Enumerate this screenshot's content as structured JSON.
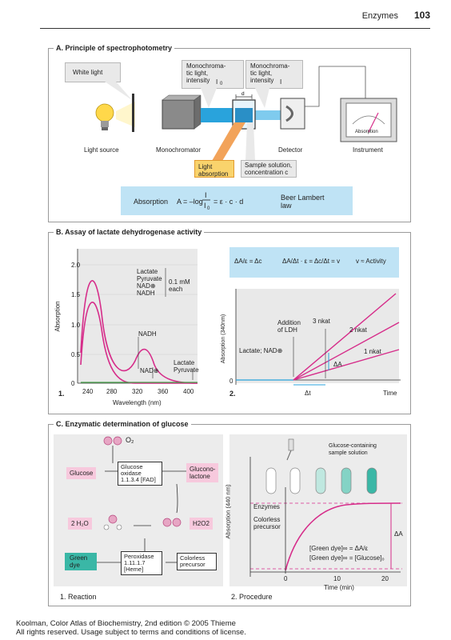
{
  "header": {
    "section": "Enzymes",
    "page": "103"
  },
  "panelA": {
    "title": "A. Principle of spectrophotometry",
    "white_light": "White light",
    "mono1_l1": "Monochroma-",
    "mono1_l2": "tic light,",
    "mono1_l3": "intensity",
    "mono1_sym": "I",
    "mono1_sub": "0",
    "mono2_l1": "Monochroma-",
    "mono2_l2": "tic light,",
    "mono2_l3": "intensity",
    "mono2_sym": "I",
    "d": "d",
    "light_source": "Light source",
    "monochromator": "Monochromator",
    "detector": "Detector",
    "instrument": "Instrument",
    "absorption_meter": "Absorption",
    "light_abs_1": "Light",
    "light_abs_2": "absorption",
    "sample_1": "Sample solution,",
    "sample_2": "concentration c",
    "formula_label": "Absorption",
    "formula_a": "A = –log",
    "formula_num": "I",
    "formula_den": "I",
    "formula_den_sub": "0",
    "formula_rest": "= ε · c · d",
    "law_1": "Beer Lambert",
    "law_2": "law"
  },
  "panelB": {
    "title": "B. Assay of lactate dehydrogenase activity",
    "fig1_num": "1.",
    "fig2_num": "2.",
    "fig1_ylabel": "Absorption",
    "fig1_xlabel": "Wavelength (nm)",
    "fig1_yticks": [
      "0",
      "0.5",
      "1.0",
      "1.5",
      "2.0"
    ],
    "fig1_xticks": [
      "240",
      "280",
      "320",
      "360",
      "400"
    ],
    "fig1_legend": [
      "Lactate",
      "Pyruvate",
      "NAD⊕",
      "NADH"
    ],
    "fig1_legend_note_1": "0.1 mM",
    "fig1_legend_note_2": "each",
    "fig1_label_nadh": "NADH",
    "fig1_label_nad": "NAD⊕",
    "fig1_label_lac": "Lactate",
    "fig1_label_pyr": "Pyruvate",
    "eq1": "ΔA/ε = Δc",
    "eq2": "ΔA/Δt · ε = Δc/Δt = v",
    "eq3": "v ≈ Activity",
    "fig2_ylabel": "Absorption (340nm)",
    "fig2_xlabel": "Time",
    "fig2_zero": "0",
    "fig2_addition_1": "Addition",
    "fig2_addition_2": "of LDH",
    "fig2_lactate": "Lactate; NAD⊕",
    "fig2_3nkat": "3 nkat",
    "fig2_2nkat": "2 nkat",
    "fig2_1nkat": "1 nkat",
    "fig2_dA": "ΔA",
    "fig2_dt": "Δt"
  },
  "panelC": {
    "title": "C. Enzymatic determination of glucose",
    "o2": "O₂",
    "glucose": "Glucose",
    "gox_1": "Glucose",
    "gox_2": "oxidase",
    "gox_3": "1.1.3.4 [FAD]",
    "gluconolactone_1": "Glucono-",
    "gluconolactone_2": "lactone",
    "water": "2 H₂O",
    "h2o2": "H2O2",
    "green_dye_1": "Green",
    "green_dye_2": "dye",
    "perox_1": "Peroxidase",
    "perox_2": "1.11.1.7",
    "perox_3": "[Heme]",
    "colorless_1": "Colorless",
    "colorless_2": "precursor",
    "reaction": "1. Reaction",
    "procedure": "2. Procedure",
    "sample_sol_1": "Glucose-containing",
    "sample_sol_2": "sample solution",
    "enzymes": "Enzymes",
    "colorless_p_1": "Colorless",
    "colorless_p_2": "precursor",
    "fig_ylabel": "Absorption (440 nm)",
    "fig_xlabel": "Time (min)",
    "fig_xticks": [
      "0",
      "10",
      "20"
    ],
    "dA": "ΔA",
    "eq_a": "[Green dye]∞ = ΔA/ε",
    "eq_b": "[Green dye]∞ = [Glucose]₀"
  },
  "footer": {
    "line1": "Koolman, Color Atlas of Biochemistry, 2nd edition © 2005 Thieme",
    "line2": "All rights reserved. Usage subject to terms and conditions of license."
  },
  "colors": {
    "pink": "#d62d8a",
    "blue": "#29a3dc",
    "teal": "#3ab7a6",
    "lightblue": "#bfe3f5",
    "green": "#43a047"
  }
}
